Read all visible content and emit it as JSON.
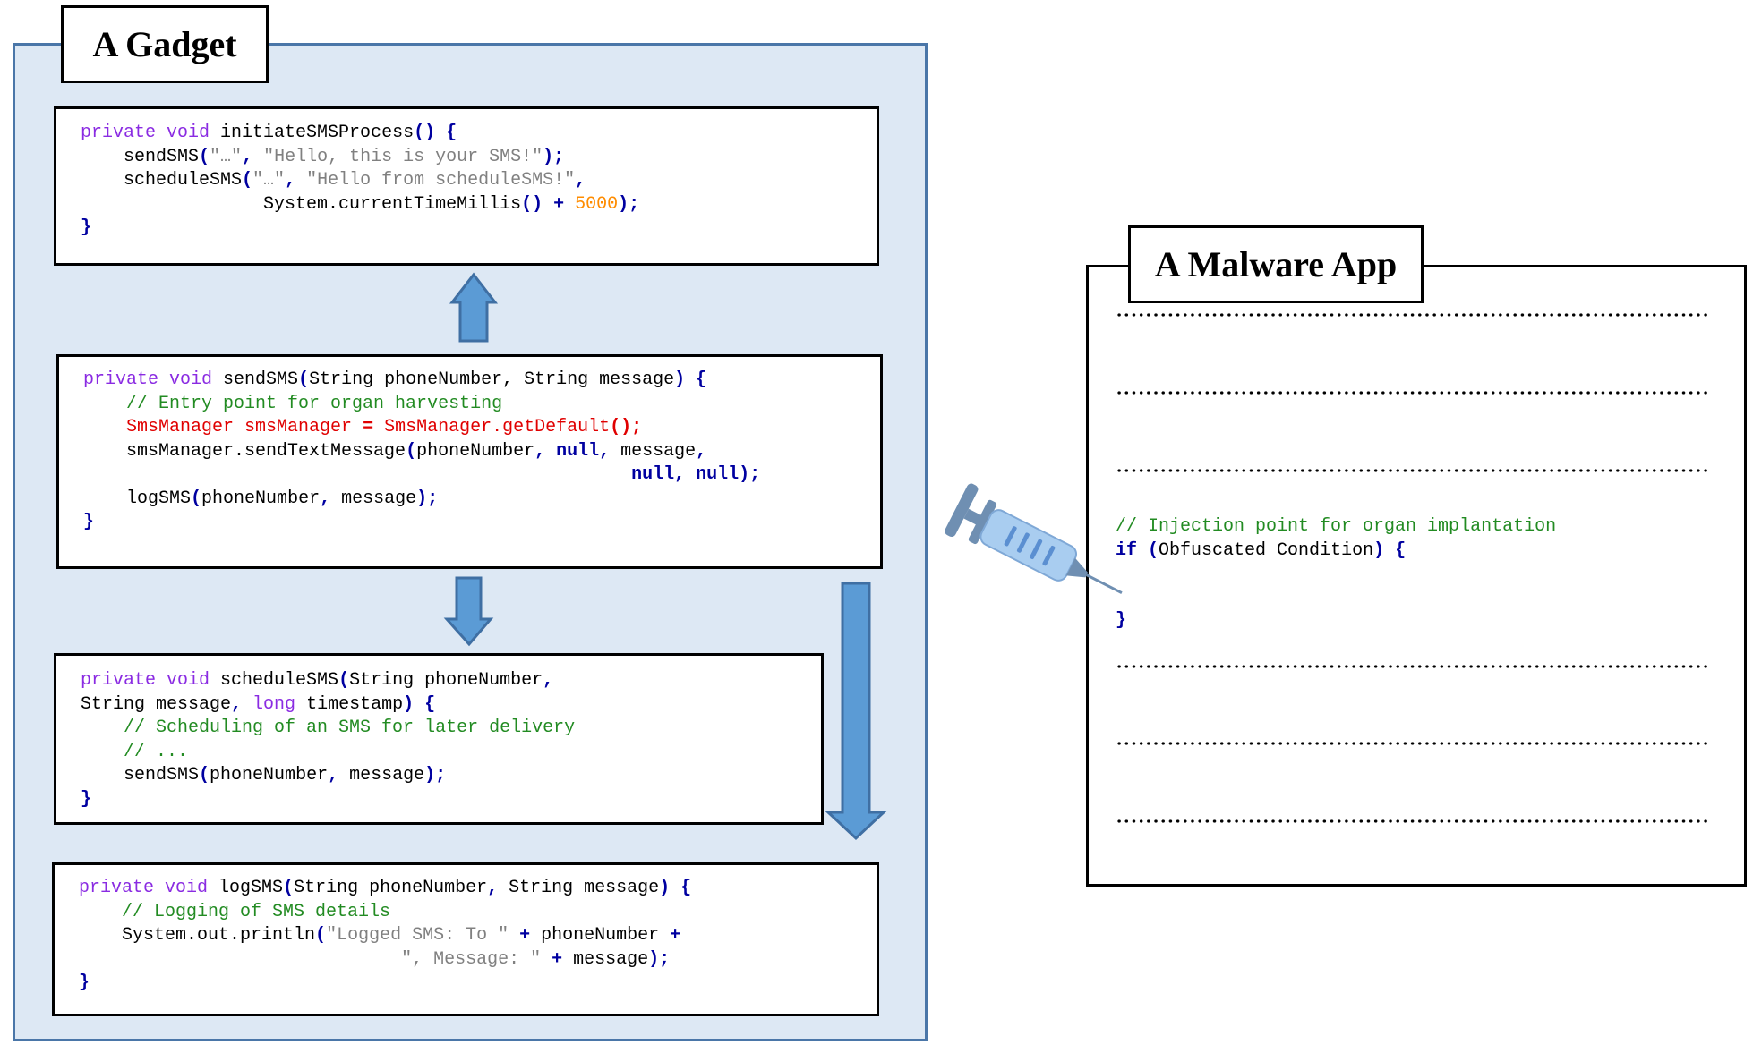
{
  "gadget": {
    "title": "A Gadget",
    "initiate": {
      "l1": {
        "kw": "private void",
        "name": " initiateSMSProcess",
        "parens": "()",
        "brace": " {"
      },
      "l2": {
        "fn": "    sendSMS",
        "open": "(",
        "s1": "\"…\"",
        "comma": ", ",
        "s2": "\"Hello, this is your SMS!\"",
        "close": ");"
      },
      "l3": {
        "fn": "    scheduleSMS",
        "open": "(",
        "s1": "\"…\"",
        "comma": ", ",
        "s2": "\"Hello from scheduleSMS!\"",
        "comma2": ","
      },
      "l4": {
        "indent": "                 System.currentTimeMillis",
        "parens": "()",
        "plus": " + ",
        "num": "5000",
        "close": ");"
      },
      "l5": "}"
    },
    "send_sms": {
      "l1": {
        "kw": "private void",
        "name": " sendSMS",
        "open": "(",
        "args": "String phoneNumber, String message",
        "close": ")",
        "brace": " {"
      },
      "l2": "    // Entry point for organ harvesting",
      "l3": {
        "a": "    SmsManager smsManager ",
        "eq": "=",
        "b": " SmsManager.getDefault",
        "p": "();"
      },
      "l4": {
        "a": "    smsManager.sendTextMessage",
        "open": "(",
        "b": "phoneNumber",
        "comma": ", ",
        "nul": "null",
        "comma2": ", ",
        "c": "message",
        "comma3": ","
      },
      "l5": {
        "indent": "                                                   ",
        "n1": "null",
        "comma": ", ",
        "n2": "null",
        "close": ");"
      },
      "l6": {
        "fn": "    logSMS",
        "open": "(",
        "args": "phoneNumber",
        "comma": ", ",
        "args2": "message",
        "close": ");"
      },
      "l7": "}"
    },
    "schedule_sms": {
      "l1": {
        "kw": "private void",
        "name": " scheduleSMS",
        "open": "(",
        "args": "String phoneNumber",
        "comma": ","
      },
      "l2": {
        "a": "String message",
        "comma": ", ",
        "kw": "long",
        "b": " timestamp",
        "close": ")",
        "brace": " {"
      },
      "l3": "    // Scheduling of an SMS for later delivery",
      "l4": "    // ...",
      "l5": {
        "fn": "    sendSMS",
        "open": "(",
        "args": "phoneNumber",
        "comma": ", ",
        "args2": "message",
        "close": ");"
      },
      "l6": "}"
    },
    "log_sms": {
      "l1": {
        "kw": "private void",
        "name": " logSMS",
        "open": "(",
        "args": "String phoneNumber",
        "comma": ", ",
        "args2": "String message",
        "close": ")",
        "brace": " {"
      },
      "l2": "    // Logging of SMS details",
      "l3": {
        "a": "    System.out.println",
        "open": "(",
        "s": "\"Logged SMS: To \"",
        "plus": " + ",
        "b": "phoneNumber",
        "plus2": " +"
      },
      "l4": {
        "indent": "                              ",
        "s": "\", Message: \"",
        "plus": " + ",
        "b": "message",
        "close": ");"
      },
      "l5": "}"
    }
  },
  "malware": {
    "title": "A Malware App",
    "comment": "// Injection point for organ implantation",
    "if_kw": "if",
    "open": " (",
    "condition": "Obfuscated Condition",
    "close": ")",
    "brace": " {",
    "close_brace": "}"
  },
  "colors": {
    "panel_fill": "#dde8f4",
    "panel_border": "#4a76a8",
    "arrow_fill": "#5b9bd5",
    "keyword": "#8a2be2",
    "comment": "#228b22",
    "string": "#808080",
    "number": "#ff8c00",
    "highlight": "#e00000"
  },
  "icons": [
    "syringe-icon"
  ]
}
